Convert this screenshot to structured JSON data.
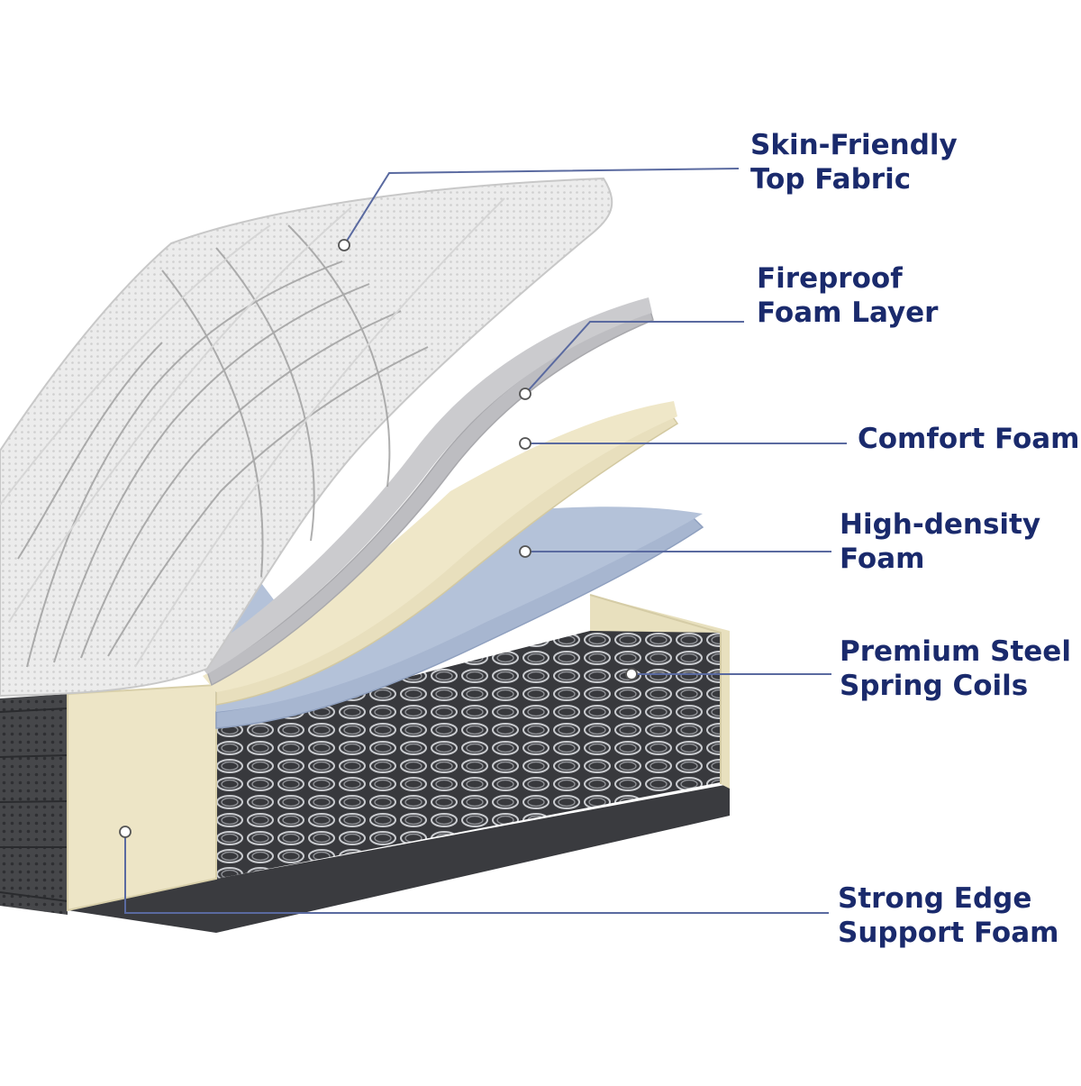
{
  "colors": {
    "label_text": "#1a2a6c",
    "leader_line": "#5a6aa0",
    "top_fabric": "#e9e9e9",
    "fireproof_foam": "#c6c6c9",
    "comfort_foam": "#ece4c4",
    "high_density_foam": "#aab9d2",
    "edge_support_foam": "#ece4c4",
    "spring_base": "#3c3d41",
    "side_panel": "#434447"
  },
  "labels": [
    {
      "id": "top-fabric",
      "lines": [
        "Skin-Friendly",
        "Top Fabric"
      ]
    },
    {
      "id": "fireproof-foam",
      "lines": [
        "Fireproof",
        "Foam Layer"
      ]
    },
    {
      "id": "comfort-foam",
      "lines": [
        "Comfort Foam"
      ]
    },
    {
      "id": "high-density-foam",
      "lines": [
        "High-density",
        "Foam"
      ]
    },
    {
      "id": "steel-coils",
      "lines": [
        "Premium Steel",
        "Spring Coils"
      ]
    },
    {
      "id": "edge-support-foam",
      "lines": [
        "Strong Edge",
        "Support Foam"
      ]
    }
  ]
}
